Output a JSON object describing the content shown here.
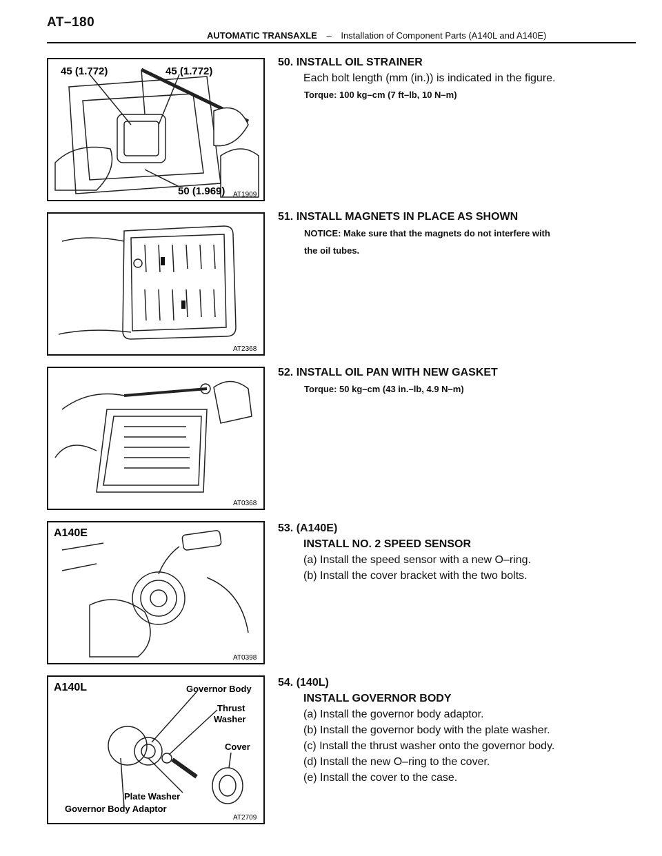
{
  "header": {
    "page_number": "AT–180",
    "section": "AUTOMATIC TRANSAXLE",
    "separator": "–",
    "subtitle": "Installation of Component Parts (A140L and A140E)"
  },
  "figures": [
    {
      "code": "AT1909",
      "labels": [
        "45 (1.772)",
        "45 (1.772)",
        "50 (1.969)"
      ]
    },
    {
      "code": "AT2368"
    },
    {
      "code": "AT0368"
    },
    {
      "code": "AT0398",
      "title": "A140E"
    },
    {
      "code": "AT2709",
      "title": "A140L",
      "labels": [
        "Governor Body",
        "Thrust",
        "Washer",
        "Cover",
        "Plate Washer",
        "Governor Body Adaptor"
      ]
    }
  ],
  "steps": [
    {
      "heading": "50. INSTALL OIL STRAINER",
      "text": "Each bolt length (mm (in.)) is indicated in the figure.",
      "torque": "Torque: 100 kg–cm (7 ft–lb, 10 N–m)"
    },
    {
      "heading": "51. INSTALL MAGNETS IN PLACE AS SHOWN",
      "notice_line1": "NOTICE: Make sure that the magnets do not interfere with",
      "notice_line2": "the oil tubes."
    },
    {
      "heading": "52. INSTALL OIL PAN WITH NEW GASKET",
      "torque": "Torque: 50 kg–cm (43 in.–lb, 4.9 N–m)"
    },
    {
      "heading": "53. (A140E)",
      "subheading": "INSTALL NO. 2 SPEED SENSOR",
      "items": [
        "(a) Install the speed sensor with a new O–ring.",
        "(b) Install the cover bracket with the two bolts."
      ]
    },
    {
      "heading": "54. (140L)",
      "subheading": "INSTALL GOVERNOR BODY",
      "items": [
        "(a) Install the governor body adaptor.",
        "(b) Install the governor body with the plate washer.",
        "(c) Install the thrust washer onto the governor body.",
        "(d) Install the new O–ring to the cover.",
        "(e) Install the cover to the case."
      ]
    }
  ]
}
